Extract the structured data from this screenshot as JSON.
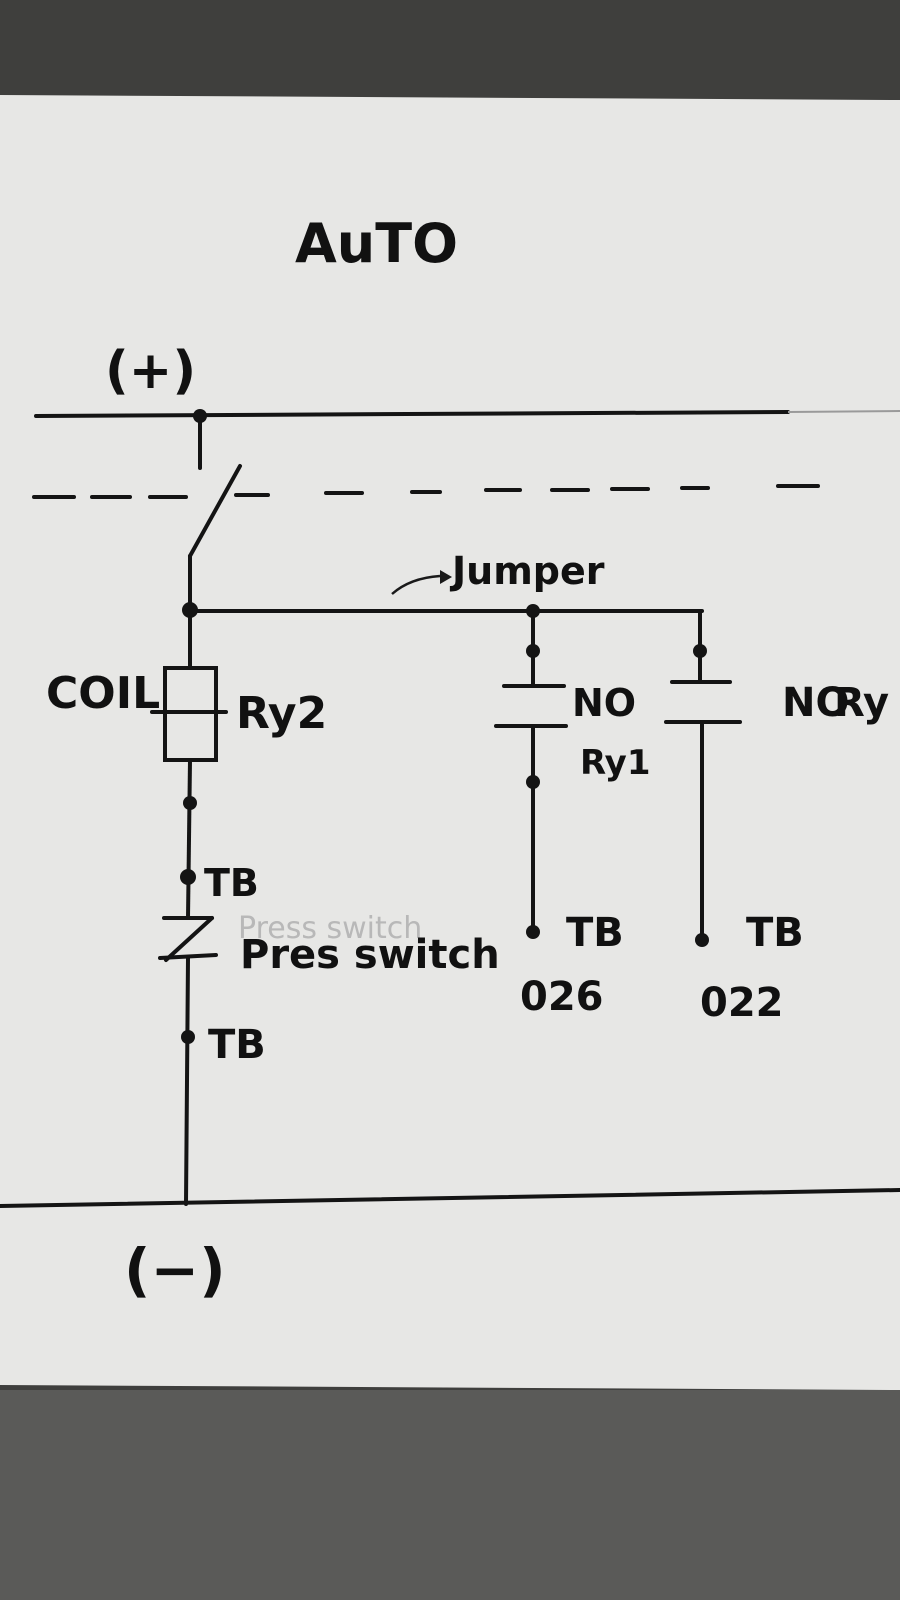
{
  "diagram": {
    "title": "AuTO",
    "rails": {
      "positive": "(+)",
      "negative": "(−)"
    },
    "jumper_label": "Jumper",
    "branches": [
      {
        "coil_label": "COIL",
        "relay_label": "Ry2",
        "tb_upper": "TB",
        "switch_label": "Pres switch",
        "switch_faint_label": "Press switch",
        "tb_lower": "TB"
      },
      {
        "contact_type": "NO",
        "relay_label": "Ry1",
        "tb_label": "TB",
        "terminal_number": "026"
      },
      {
        "contact_type": "NO",
        "relay_label": "Ry",
        "tb_label": "TB",
        "terminal_number": "022"
      }
    ]
  }
}
